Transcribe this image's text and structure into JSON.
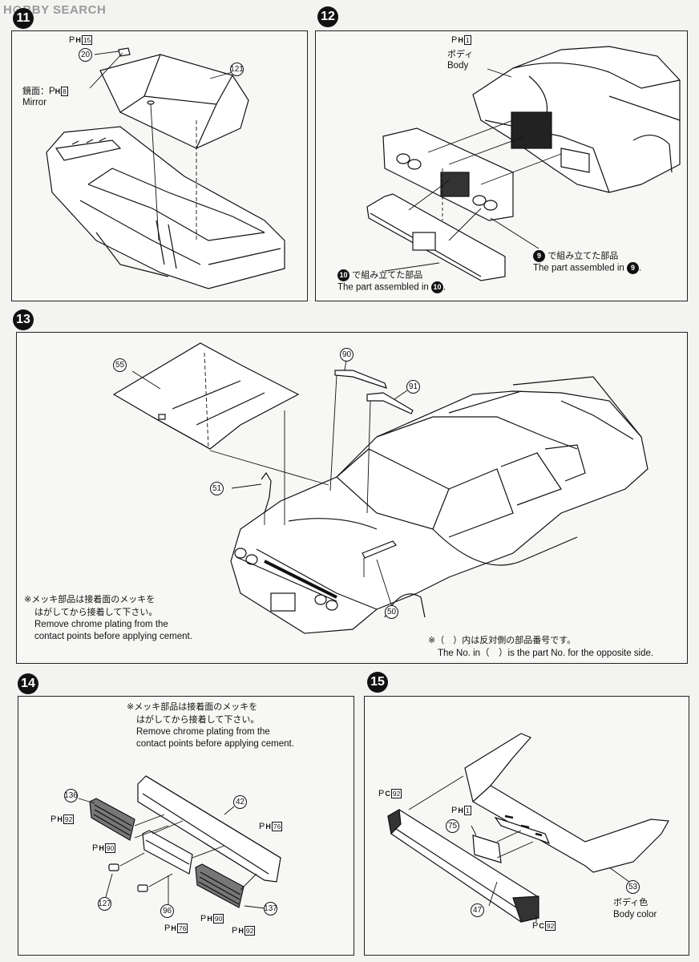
{
  "watermark": "H⊙BBY SEARCH",
  "steps": {
    "s11": {
      "number": "11",
      "parts": {
        "p20": "20",
        "p121": "121"
      },
      "ref_ph15": {
        "letter": "P",
        "sub": "H",
        "num": "15"
      },
      "mirror_jp": "鏡面：",
      "ref_ph8": {
        "letter": "P",
        "sub": "H",
        "num": "8"
      },
      "mirror_en": "Mirror"
    },
    "s12": {
      "number": "12",
      "ref_ph1": {
        "letter": "P",
        "sub": "H",
        "num": "1"
      },
      "body_jp": "ボディ",
      "body_en": "Body",
      "note9_num": "9",
      "note9_jp": "で組み立てた部品",
      "note9_en": "The part assembled in",
      "note9_end": ".",
      "note10_num": "10",
      "note10_jp": "で組み立てた部品",
      "note10_en": "The part assembled in",
      "note10_end": "."
    },
    "s13": {
      "number": "13",
      "parts": {
        "p55": "55",
        "p90": "90",
        "p91": "91",
        "p51": "51",
        "p50": "50"
      },
      "note_jp1": "※メッキ部品は接着面のメッキを",
      "note_jp2": "はがしてから接着して下さい。",
      "note_en1": "Remove chrome plating from the",
      "note_en2": "contact points before applying cement.",
      "opp_jp": "※（　）内は反対側の部品番号です。",
      "opp_en": "The No. in（　）is the part No. for the opposite side."
    },
    "s14": {
      "number": "14",
      "note_jp1": "※メッキ部品は接着面のメッキを",
      "note_jp2": "はがしてから接着して下さい。",
      "note_en1": "Remove chrome plating from the",
      "note_en2": "contact points before applying cement.",
      "parts": {
        "p136": "136",
        "p42": "42",
        "p127": "127",
        "p96": "96",
        "p137": "137"
      },
      "ref_ph92a": {
        "letter": "P",
        "sub": "H",
        "num": "92"
      },
      "ref_ph90a": {
        "letter": "P",
        "sub": "H",
        "num": "90"
      },
      "ref_ph76a": {
        "letter": "P",
        "sub": "H",
        "num": "76"
      },
      "ref_ph90b": {
        "letter": "P",
        "sub": "H",
        "num": "90"
      },
      "ref_ph76b": {
        "letter": "P",
        "sub": "H",
        "num": "76"
      },
      "ref_ph92b": {
        "letter": "P",
        "sub": "H",
        "num": "92"
      }
    },
    "s15": {
      "number": "15",
      "ref_pc92a": {
        "letter": "P",
        "sub": "C",
        "num": "92"
      },
      "ref_ph1": {
        "letter": "P",
        "sub": "H",
        "num": "1"
      },
      "ref_pc92b": {
        "letter": "P",
        "sub": "C",
        "num": "92"
      },
      "parts": {
        "p75": "75",
        "p53": "53",
        "p47": "47"
      },
      "color_jp": "ボディ色",
      "color_en": "Body color"
    }
  }
}
